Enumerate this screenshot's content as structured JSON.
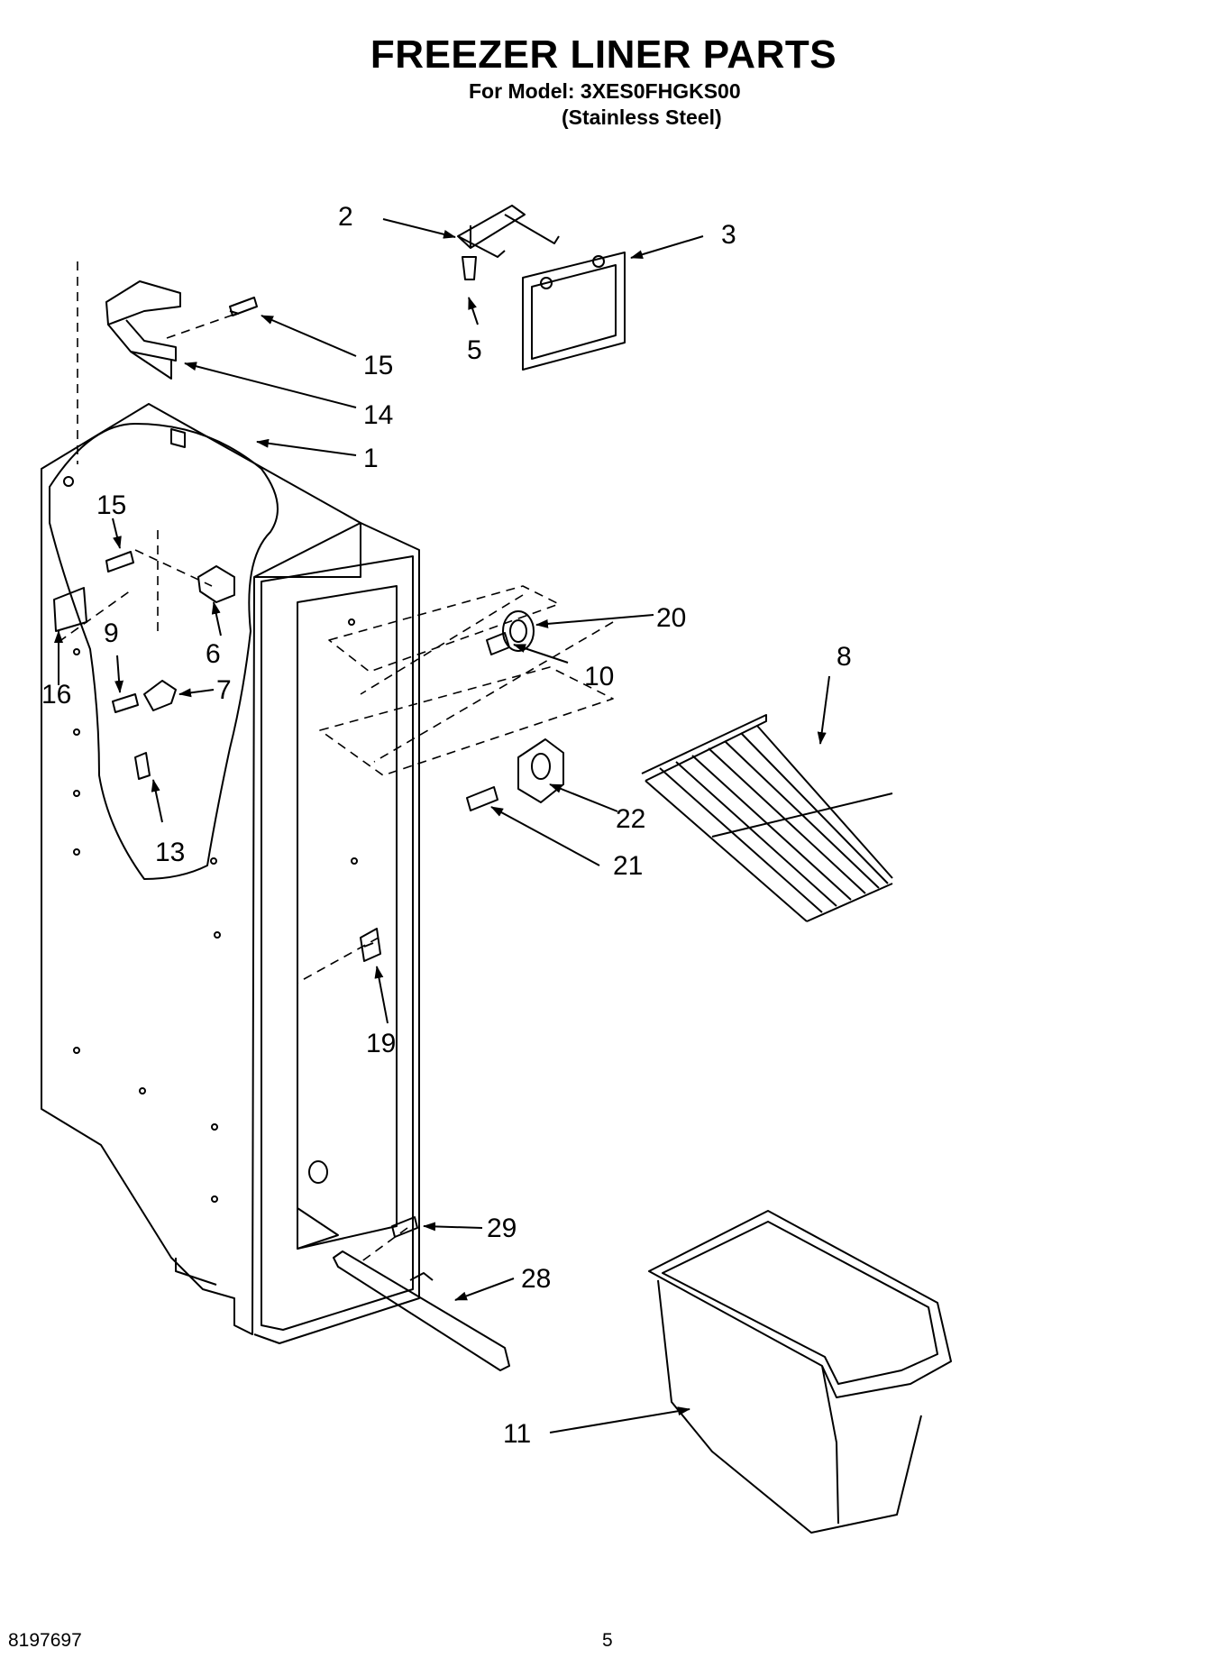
{
  "header": {
    "title": "FREEZER LINER PARTS",
    "model_line": "For Model: 3XES0FHGKS00",
    "finish_line": "(Stainless Steel)"
  },
  "footer": {
    "document_number": "8197697",
    "page_number": "5"
  },
  "callouts": {
    "c1": "1",
    "c2": "2",
    "c3": "3",
    "c5": "5",
    "c6": "6",
    "c7": "7",
    "c8": "8",
    "c9": "9",
    "c10": "10",
    "c11": "11",
    "c13": "13",
    "c14": "14",
    "c15a": "15",
    "c15b": "15",
    "c16": "16",
    "c19": "19",
    "c20": "20",
    "c21": "21",
    "c22": "22",
    "c28": "28",
    "c29": "29"
  }
}
